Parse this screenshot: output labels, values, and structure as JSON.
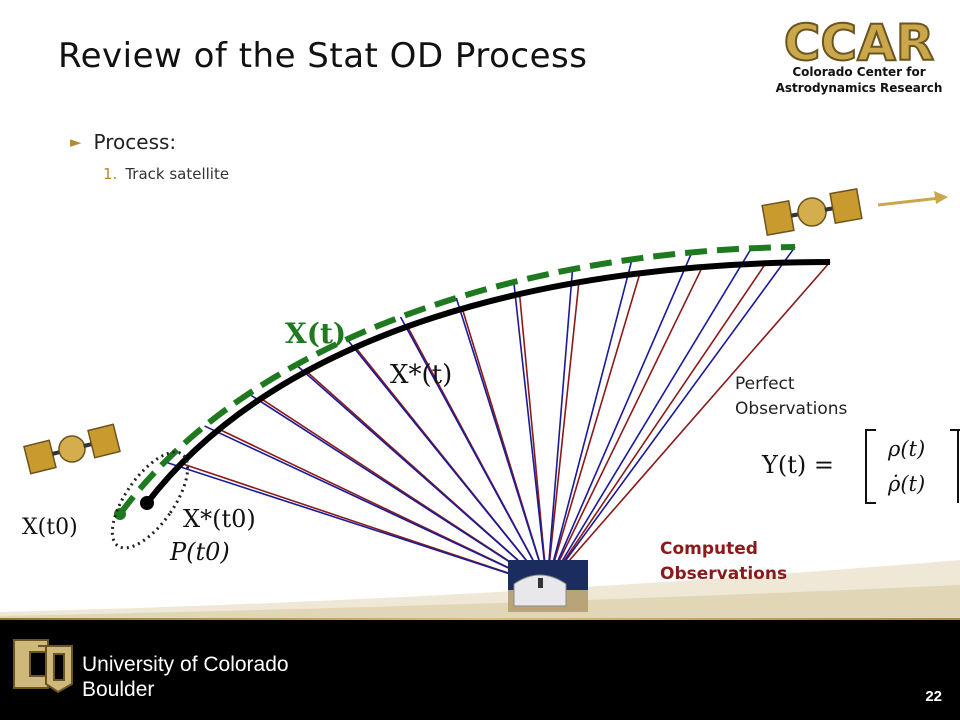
{
  "slide": {
    "title": "Review of the Stat OD Process",
    "bullet": "Process:",
    "sub_items": [
      {
        "number": "1.",
        "text": "Track satellite"
      }
    ],
    "page_number": "22"
  },
  "logo": {
    "acronym": "CCAR",
    "line1": "Colorado Center for",
    "line2": "Astrodynamics Research"
  },
  "footer": {
    "university_line1": "University of Colorado",
    "university_line2": "Boulder"
  },
  "diagram": {
    "labels": {
      "x_t": "X(t)",
      "x_star_t": "X*(t)",
      "x_t0": "X(t0)",
      "x_star_t0": "X*(t0)",
      "p_t0": "P(t0)",
      "perfect_obs_line1": "Perfect",
      "perfect_obs_line2": "Observations",
      "computed_obs_line1": "Computed",
      "computed_obs_line2": "Observations",
      "y_eq": "Y(t) =",
      "rho": "ρ(t)",
      "rho_dot": "ρ̇(t)"
    },
    "colors": {
      "true_orbit": "#1f7a1f",
      "reference_orbit": "#000000",
      "perfect_rays": "#1a1a9a",
      "computed_rays": "#8b1a1a",
      "accent_gold": "#b48a2c"
    }
  }
}
